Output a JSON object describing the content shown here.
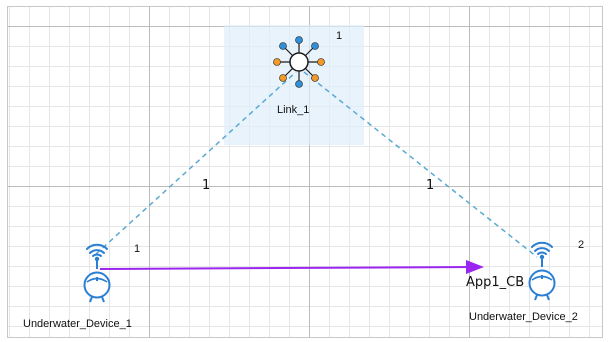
{
  "canvas": {
    "link": {
      "name": "Link_1",
      "id": "1"
    },
    "devices": [
      {
        "name": "Underwater_Device_1",
        "id": "1"
      },
      {
        "name": "Underwater_Device_2",
        "id": "2"
      }
    ],
    "link_labels": {
      "left": "1",
      "right": "1"
    },
    "application": {
      "label": "App1_CB"
    }
  },
  "colors": {
    "wireless_link": "#5aa9d2",
    "application_flow": "#9b26f0",
    "link_highlight": "#dfeefb",
    "hub_node_blue": "#2f8fd8",
    "hub_node_orange": "#f39a2a"
  }
}
